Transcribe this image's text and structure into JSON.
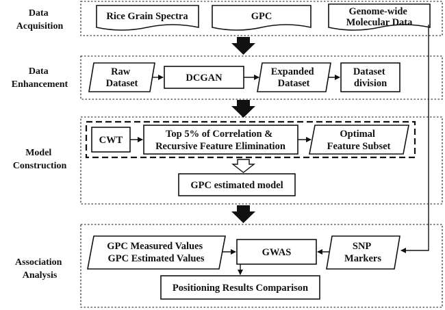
{
  "stages": {
    "acquisition": [
      "Data",
      "Acquisition"
    ],
    "enhancement": [
      "Data",
      "Enhancement"
    ],
    "construction": [
      "Model",
      "Construction"
    ],
    "association": [
      "Association",
      "Analysis"
    ]
  },
  "nodes": {
    "rice_spectra": [
      "Rice Grain Spectra"
    ],
    "gpc": [
      "GPC"
    ],
    "genome": [
      "Genome-wide",
      "Molecular Data"
    ],
    "raw_dataset": [
      "Raw",
      "Dataset"
    ],
    "dcgan": [
      "DCGAN"
    ],
    "expanded_dataset": [
      "Expanded",
      "Dataset"
    ],
    "dataset_division": [
      "Dataset",
      "division"
    ],
    "cwt": [
      "CWT"
    ],
    "feature_elimination": [
      "Top 5% of Correlation &",
      "Recursive Feature Elimination"
    ],
    "optimal_subset": [
      "Optimal",
      "Feature Subset"
    ],
    "gpc_model": [
      "GPC estimated model"
    ],
    "gpc_values": [
      "GPC Measured Values",
      "GPC Estimated Values"
    ],
    "gwas": [
      "GWAS"
    ],
    "snp": [
      "SNP",
      "Markers"
    ],
    "positioning": [
      "Positioning Results Comparison"
    ]
  }
}
